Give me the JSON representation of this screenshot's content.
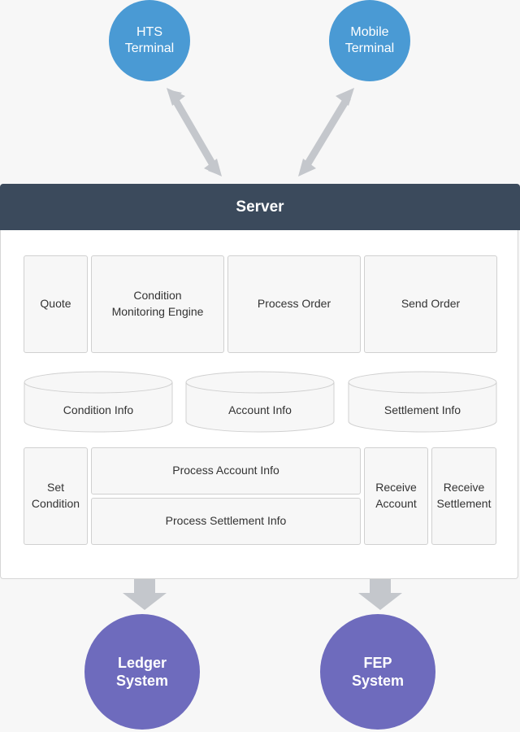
{
  "terminals": [
    {
      "id": "hts",
      "label": "HTS\nTerminal"
    },
    {
      "id": "mobile",
      "label": "Mobile\nTerminal"
    }
  ],
  "server": {
    "title": "Server",
    "row1": [
      "Quote",
      "Condition\nMonitoring Engine",
      "Process Order",
      "Send Order"
    ],
    "databases": [
      "Condition Info",
      "Account Info",
      "Settlement Info"
    ],
    "row3": {
      "set_condition": "Set\nCondition",
      "process_account": "Process Account Info",
      "process_settlement": "Process Settlement Info",
      "receive_account": "Receive\nAccount",
      "receive_settlement": "Receive\nSettlement"
    }
  },
  "external": [
    {
      "id": "ledger",
      "label": "Ledger\nSystem"
    },
    {
      "id": "fep",
      "label": "FEP\nSystem"
    }
  ],
  "colors": {
    "terminal": "#4a9ad4",
    "external": "#6e6bbd",
    "header": "#3b4a5c",
    "arrow": "#c4c7cc"
  }
}
